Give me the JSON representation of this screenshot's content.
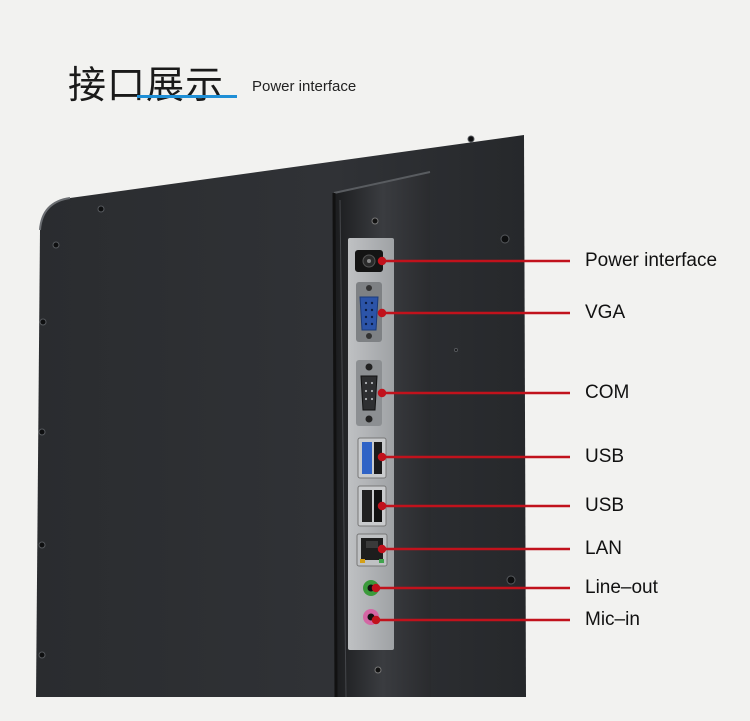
{
  "header": {
    "title_cn": "接口展示",
    "title_en": "Power interface"
  },
  "callouts": [
    {
      "label": "Power interface",
      "target": "dc-power-jack"
    },
    {
      "label": "VGA",
      "target": "vga-port"
    },
    {
      "label": "COM",
      "target": "com-port"
    },
    {
      "label": "USB",
      "target": "usb-port-blue"
    },
    {
      "label": "USB",
      "target": "usb-port-black"
    },
    {
      "label": "LAN",
      "target": "lan-port"
    },
    {
      "label": "Line–out",
      "target": "line-out-jack"
    },
    {
      "label": "Mic–in",
      "target": "mic-in-jack"
    }
  ],
  "colors": {
    "background": "#f2f2f0",
    "device_body": "#2b2d30",
    "leader_line": "#c1121c",
    "accent_underline": "#1f8fd6"
  }
}
